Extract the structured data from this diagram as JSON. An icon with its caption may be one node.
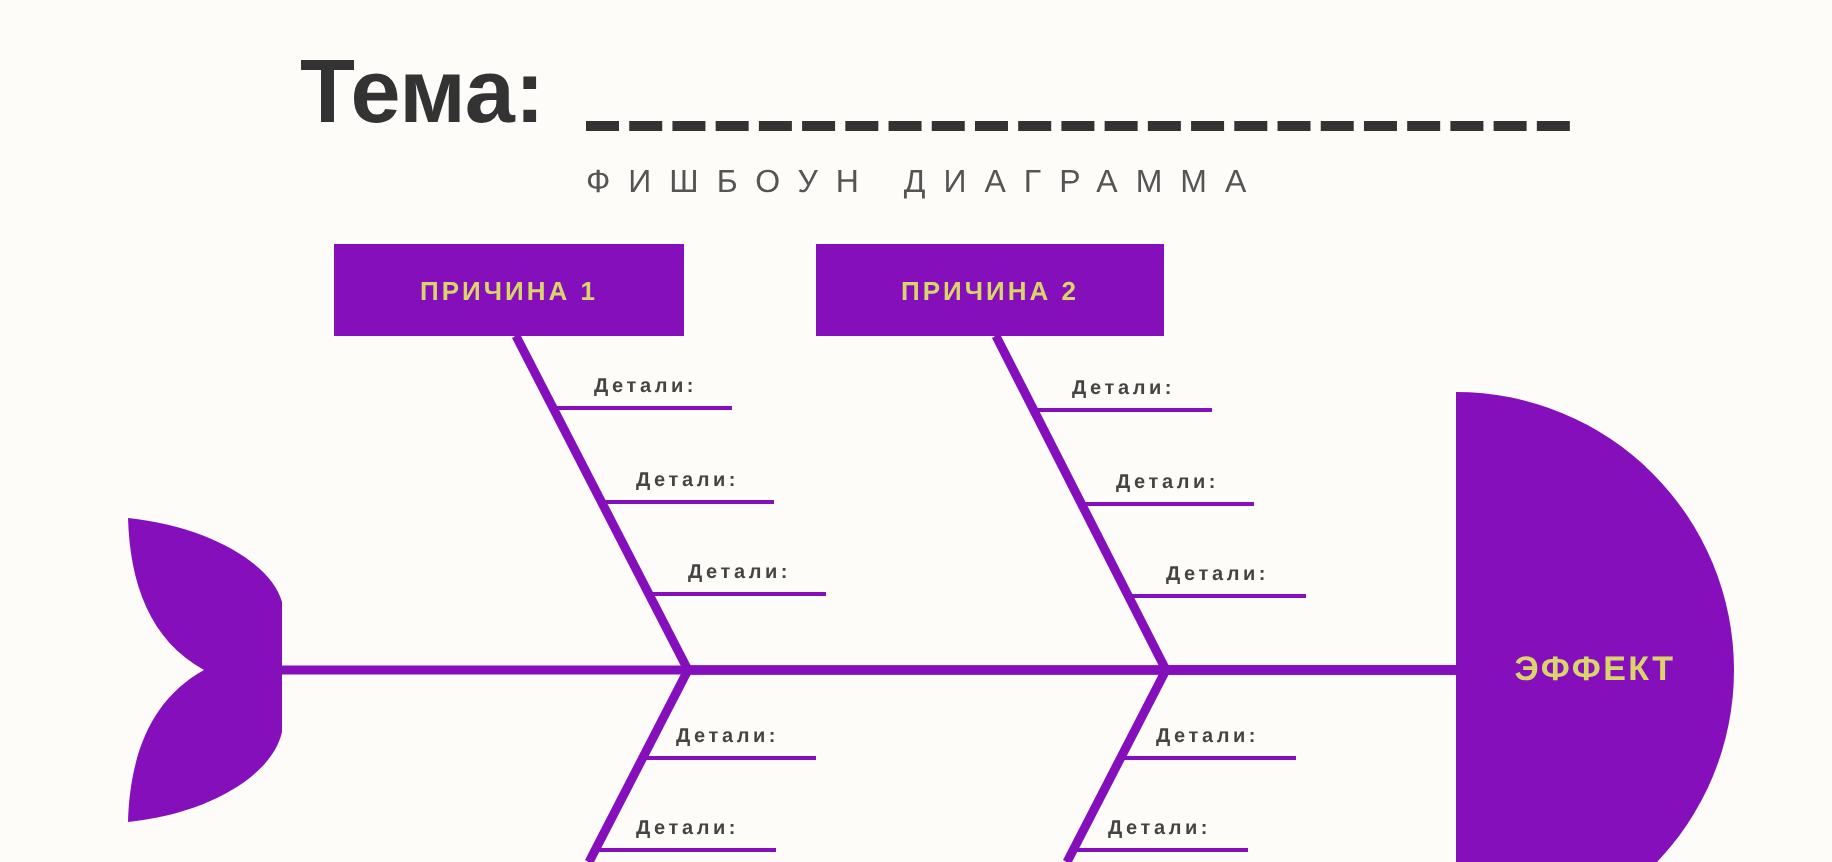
{
  "diagram": {
    "title": "Тема:",
    "nodes": [
      {
        "text": [
          "ПРИЧИНА 1"
        ]
      },
      {
        "text": [
          "ПРИЧИНА 2"
        ]
      },
      {
        "text": [
          "Детали:"
        ]
      },
      {
        "text": [
          "Детали:"
        ]
      },
      {
        "text": [
          "Детали:"
        ]
      },
      {
        "text": [
          "Детали:"
        ]
      },
      {
        "text": [
          "Детали:"
        ]
      },
      {
        "text": [
          "Детали:"
        ]
      },
      {
        "text": [],
        "shape": "tail"
      },
      {
        "text": [
          "ЭФФЕКТ"
        ]
      },
      {
        "text": [
          "Детали:"
        ]
      },
      {
        "text": [
          "Детали:"
        ]
      },
      {
        "text": [
          "Детали:"
        ]
      },
      {
        "text": [
          "Детали:"
        ]
      }
    ],
    "edges": [
      {
        "from": 8,
        "to": 9,
        "arrow": "none",
        "style": "thick"
      },
      {
        "from": 0,
        "to": 9,
        "arrow": "none",
        "style": "thick"
      },
      {
        "from": 1,
        "to": 9,
        "arrow": "none",
        "style": "thick"
      },
      {
        "from": null,
        "to": 9,
        "arrow": "none",
        "style": "thick"
      },
      {
        "from": null,
        "to": 9,
        "arrow": "none",
        "style": "thick"
      },
      {
        "from": 2,
        "to": 0,
        "arrow": "none"
      },
      {
        "from": 3,
        "to": 0,
        "arrow": "none"
      },
      {
        "from": 4,
        "to": 0,
        "arrow": "none"
      },
      {
        "from": 5,
        "to": 1,
        "arrow": "none"
      },
      {
        "from": 6,
        "to": 1,
        "arrow": "none"
      },
      {
        "from": 7,
        "to": 1,
        "arrow": "none"
      },
      {
        "from": 10,
        "to": null,
        "arrow": "none"
      },
      {
        "from": 11,
        "to": null,
        "arrow": "none"
      },
      {
        "from": 12,
        "to": null,
        "arrow": "none"
      },
      {
        "from": 13,
        "to": null,
        "arrow": "none"
      }
    ],
    "labels": [
      "ФИШБОУН ДИАГРАММА"
    ]
  }
}
